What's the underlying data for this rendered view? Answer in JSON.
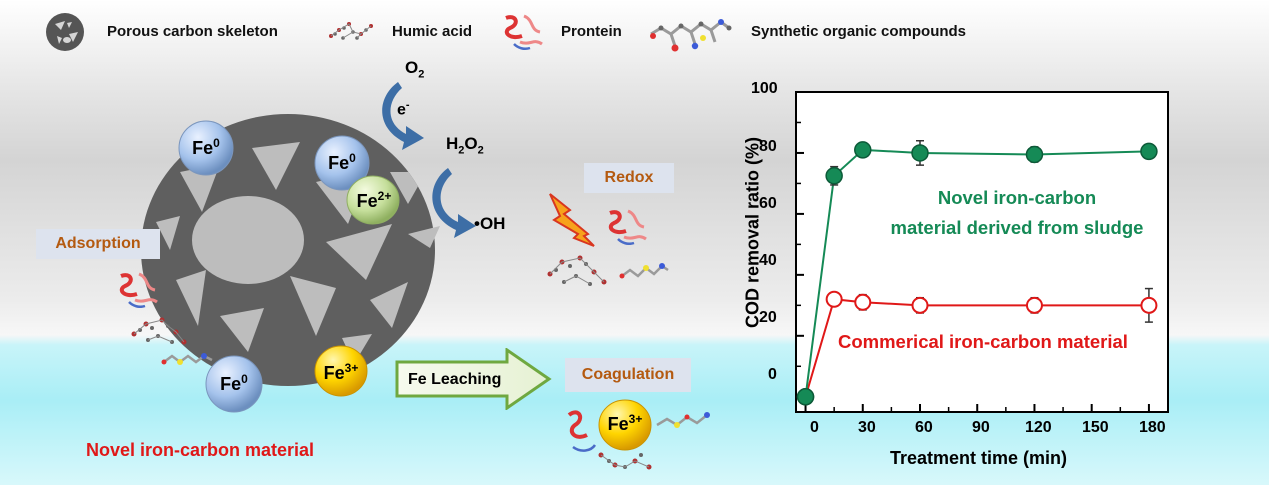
{
  "legend": {
    "porous_carbon": "Porous carbon skeleton",
    "humic_acid": "Humic acid",
    "protein": "Prontein",
    "synthetic": "Synthetic organic compounds"
  },
  "reactions": {
    "o2": "O2",
    "electron": "e-",
    "h2o2": "H2O2",
    "oh_radical": "•OH"
  },
  "particles": {
    "fe0": "Fe0",
    "fe2": "Fe2+",
    "fe3": "Fe3+"
  },
  "mechanisms": {
    "adsorption": "Adsorption",
    "redox": "Redox",
    "coagulation": "Coagulation",
    "fe_leaching": "Fe Leaching"
  },
  "material_title": "Novel iron-carbon material",
  "colors": {
    "novel_series": "#158a56",
    "commercial_series": "#e01818",
    "label_text": "#b45a10"
  },
  "chart_data": {
    "type": "line",
    "title": "",
    "xlabel": "Treatment time (min)",
    "ylabel": "COD removal ratio (%)",
    "xlim": [
      -5,
      190
    ],
    "ylim": [
      -5,
      100
    ],
    "xticks": [
      0,
      30,
      60,
      90,
      120,
      150,
      180
    ],
    "yticks": [
      0,
      20,
      40,
      60,
      80,
      100
    ],
    "series": [
      {
        "name": "Novel iron-carbon material derived from sludge",
        "label_line1": "Novel iron-carbon",
        "label_line2": "material derived from sludge",
        "x": [
          0,
          15,
          30,
          60,
          120,
          180
        ],
        "y": [
          0,
          72.5,
          81,
          80,
          79.5,
          80.5
        ],
        "err": [
          0,
          3,
          1.5,
          4,
          2.5,
          2
        ],
        "marker": "filled-circle"
      },
      {
        "name": "Commerical iron-carbon material",
        "x": [
          0,
          15,
          30,
          60,
          120,
          180
        ],
        "y": [
          0,
          32,
          31,
          30,
          30,
          30
        ],
        "err": [
          0,
          1.5,
          2.5,
          2.5,
          2.5,
          5.5
        ],
        "marker": "open-circle"
      }
    ]
  }
}
